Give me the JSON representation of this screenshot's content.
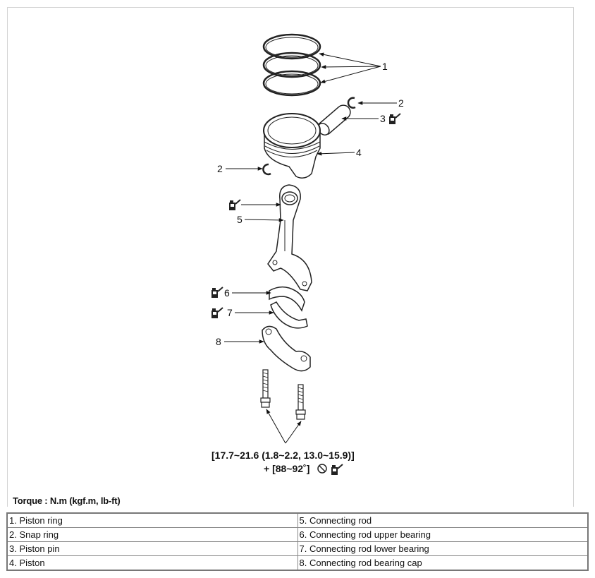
{
  "callouts": {
    "c1": "1",
    "c2a": "2",
    "c2b": "2",
    "c3": "3",
    "c4": "4",
    "c5": "5",
    "c6": "6",
    "c7": "7",
    "c8": "8"
  },
  "torque_spec": {
    "line1": "[17.7~21.6 (1.8~2.2, 13.0~15.9)]",
    "line2": "+ [88~92˚]"
  },
  "torque_units": "Torque : N.m (kgf.m, lb-ft)",
  "legend": {
    "rows": [
      [
        "1. Piston ring",
        "5. Connecting rod"
      ],
      [
        "2. Snap ring",
        "6. Connecting rod upper bearing"
      ],
      [
        "3. Piston pin",
        "7. Connecting rod lower bearing"
      ],
      [
        "4. Piston",
        "8. Connecting rod bearing cap"
      ]
    ]
  },
  "icons": [
    "oil-can-icon",
    "no-reuse-icon"
  ]
}
